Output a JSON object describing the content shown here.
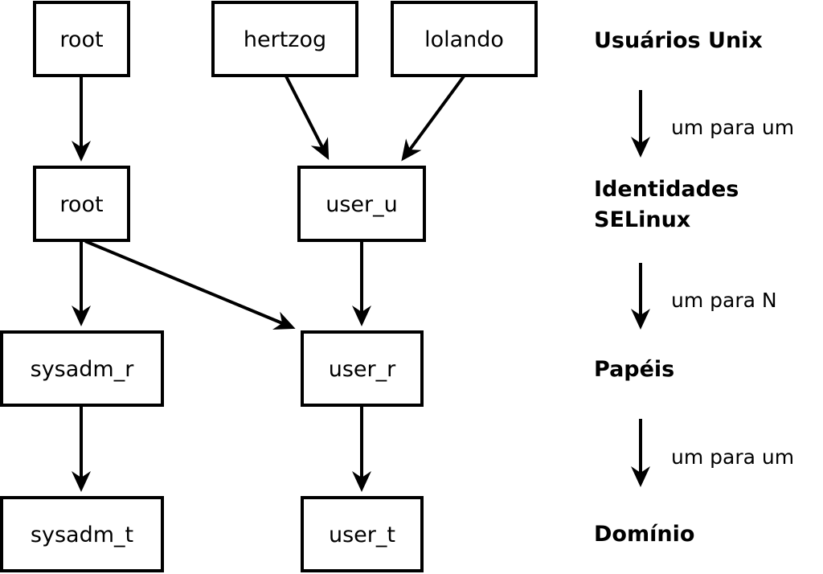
{
  "nodes": {
    "unix_root": "root",
    "unix_hertzog": "hertzog",
    "unix_lolando": "lolando",
    "se_root": "root",
    "se_user_u": "user_u",
    "role_sysadm_r": "sysadm_r",
    "role_user_r": "user_r",
    "dom_sysadm_t": "sysadm_t",
    "dom_user_t": "user_t"
  },
  "levels": {
    "unix_users": "Usuários Unix",
    "selinux_identities_line1": "Identidades",
    "selinux_identities_line2": "SELinux",
    "roles": "Papéis",
    "domain": "Domínio"
  },
  "mappings": {
    "users_to_identities": "um para um",
    "identities_to_roles": "um para N",
    "roles_to_domain": "um para um"
  },
  "edges": [
    {
      "from": "unix_root",
      "to": "se_root"
    },
    {
      "from": "unix_hertzog",
      "to": "se_user_u"
    },
    {
      "from": "unix_lolando",
      "to": "se_user_u"
    },
    {
      "from": "se_root",
      "to": "role_sysadm_r"
    },
    {
      "from": "se_root",
      "to": "role_user_r"
    },
    {
      "from": "se_user_u",
      "to": "role_user_r"
    },
    {
      "from": "role_sysadm_r",
      "to": "dom_sysadm_t"
    },
    {
      "from": "role_user_r",
      "to": "dom_user_t"
    }
  ]
}
